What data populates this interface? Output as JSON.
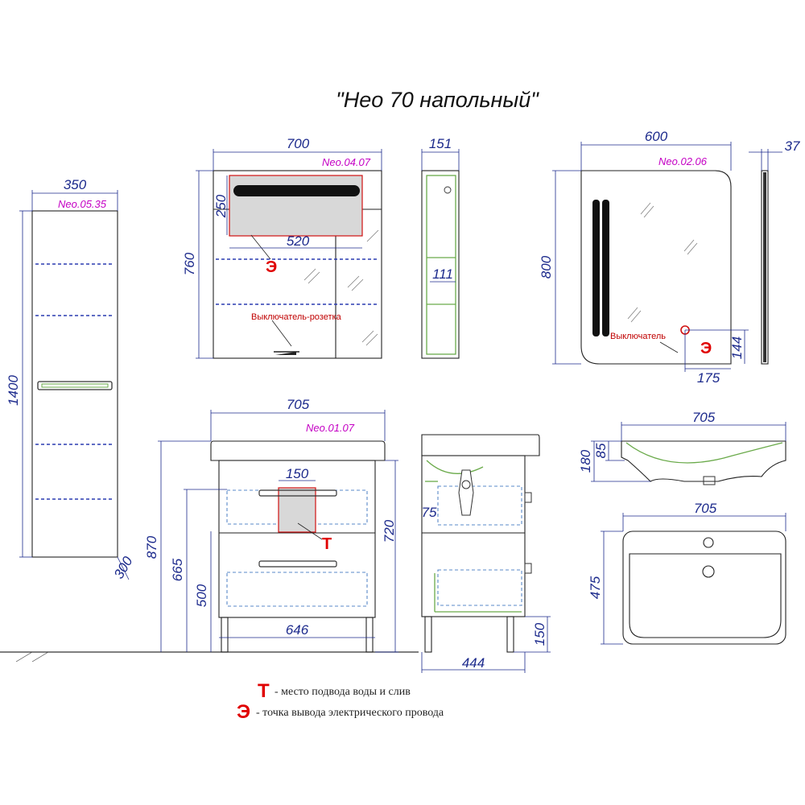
{
  "title": "\"Нео 70 напольный\"",
  "tall_cabinet": {
    "code": "Neo.05.35",
    "width": "350",
    "height": "1400",
    "depth": "300"
  },
  "mirror_cabinet": {
    "code": "Neo.04.07",
    "width": "700",
    "height": "760",
    "shelf_height": "250",
    "light_width": "520",
    "socket_label": "Выключатель-розетка",
    "electric_mark": "Э"
  },
  "mirror_cabinet_side": {
    "depth": "151",
    "shelf": "111"
  },
  "mirror": {
    "code": "Neo.02.06",
    "width": "600",
    "height": "800",
    "switch_label": "Выключатель",
    "electric_mark": "Э",
    "switch_offset_x": "175",
    "switch_offset_y": "144"
  },
  "mirror_side": {
    "depth": "37"
  },
  "vanity": {
    "code": "Neo.01.07",
    "width": "705",
    "height_total": "870",
    "height_body": "720",
    "drawer_mark_width": "150",
    "level_665": "665",
    "level_500": "500",
    "inner_width": "646",
    "water_mark": "Т"
  },
  "vanity_side": {
    "depth": "444",
    "legs": "150",
    "siphon": "75"
  },
  "basin_side": {
    "width": "705",
    "height_total": "180",
    "height_bowl": "85"
  },
  "basin_top": {
    "width": "705",
    "depth": "475"
  },
  "legend": [
    {
      "mark": "Т",
      "text": "- место подвода воды и слив"
    },
    {
      "mark": "Э",
      "text": "- точка вывода электрического провода"
    }
  ]
}
